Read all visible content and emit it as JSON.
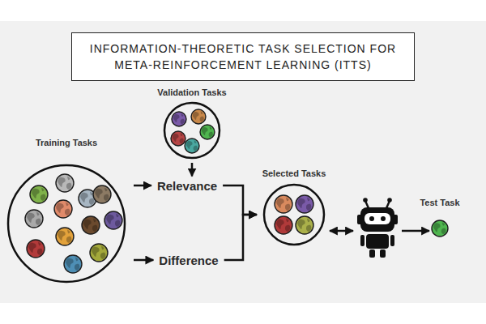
{
  "diagram": {
    "title": "INFORMATION-THEORETIC TASK SELECTION FOR META-REINFORCEMENT LEARNING (ITTS)",
    "nodes": [
      {
        "text": [
          "Training Tasks"
        ]
      },
      {
        "text": [
          "Validation Tasks"
        ]
      },
      {
        "text": [
          "Relevance"
        ]
      },
      {
        "text": [
          "Difference"
        ]
      },
      {
        "text": [
          "Selected Tasks"
        ]
      },
      {
        "text": [
          "Test Task"
        ]
      }
    ],
    "edges": [
      {
        "from": 0,
        "to": 2,
        "arrow": "to"
      },
      {
        "from": 1,
        "to": 2,
        "arrow": "to"
      },
      {
        "from": 0,
        "to": 3,
        "arrow": "to"
      },
      {
        "from": 2,
        "to": 4,
        "arrow": "to"
      },
      {
        "from": 3,
        "to": 4,
        "arrow": "to"
      }
    ]
  }
}
